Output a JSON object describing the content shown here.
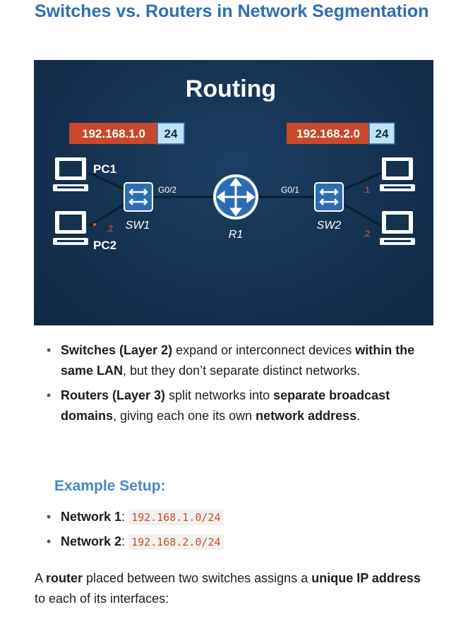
{
  "heading": "Switches vs. Routers in Network Segmentation",
  "diagram": {
    "title": "Routing",
    "left_network": {
      "address": "192.168.1.0",
      "prefix": "24"
    },
    "right_network": {
      "address": "192.168.2.0",
      "prefix": "24"
    },
    "pc1_label": "PC1",
    "pc2_label": "PC2",
    "pc2_host": ".2",
    "sw1_label": "SW1",
    "sw2_label": "SW2",
    "router_label": "R1",
    "left_interface": "G0/2",
    "right_interface": "G0/1",
    "right_host_top": ".1",
    "right_host_bottom": ".2",
    "colors": {
      "background": "#15324f",
      "address_box": "#c9472a",
      "prefix_box": "#bfe3f5",
      "device_blue": "#2d6cb4",
      "accent": "#e0603a"
    },
    "icons": [
      "computer-icon",
      "switch-icon",
      "router-icon"
    ]
  },
  "bullets": [
    {
      "strong": "Switches (Layer 2)",
      "t1": " expand or interconnect devices ",
      "strong2": "within the same LAN",
      "t2": ", but they don’t separate distinct networks.",
      "strong3": "",
      "t3": ""
    },
    {
      "strong": "Routers (Layer 3)",
      "t1": " split networks into ",
      "strong2": "separate broadcast domains",
      "t2": ", giving each one its own ",
      "strong3": "network address",
      "t3": "."
    }
  ],
  "subheading": "Example Setup:",
  "networks": [
    {
      "label": "Network 1",
      "colon": ":",
      "value": "192.168.1.0/24"
    },
    {
      "label": "Network 2",
      "colon": ":",
      "value": "192.168.2.0/24"
    }
  ],
  "closing": {
    "t1": "A ",
    "s1": "router",
    "t2": " placed between two switches assigns a ",
    "s2": "unique IP address",
    "t3": " to each of its interfaces:"
  }
}
